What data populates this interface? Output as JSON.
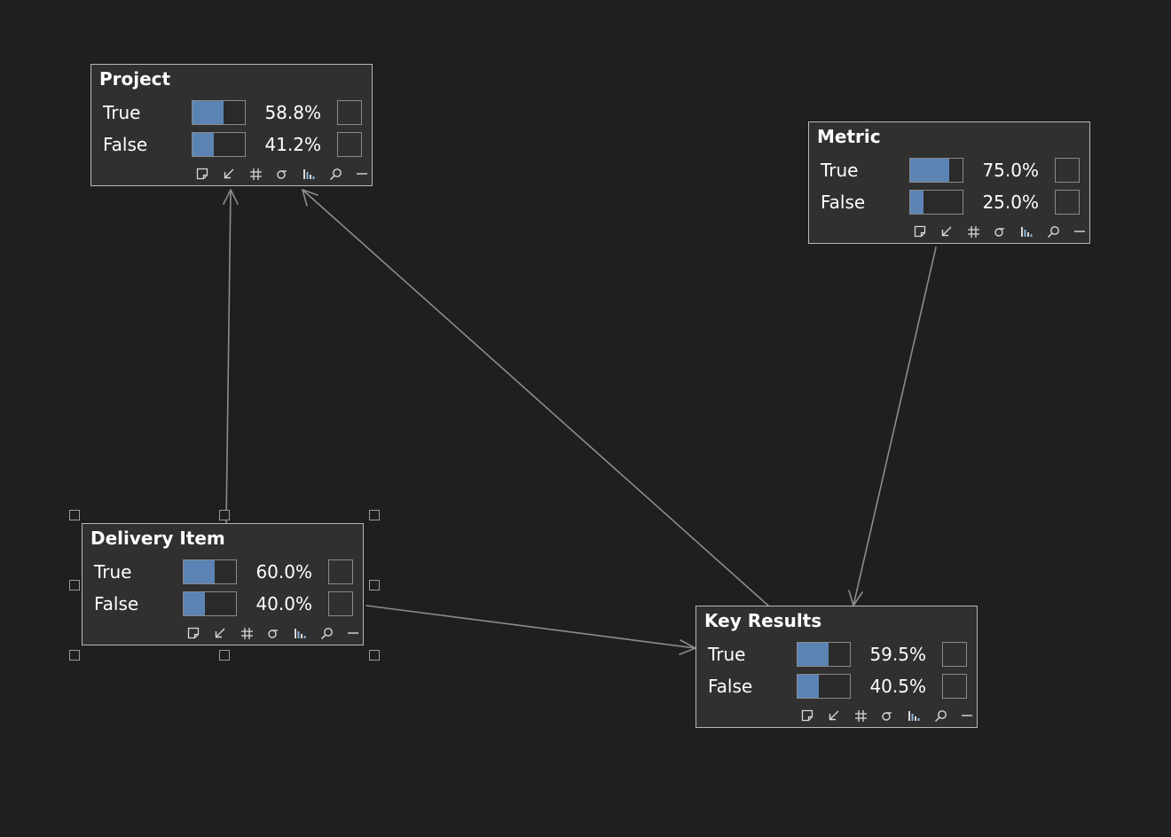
{
  "colors": {
    "background": "#1f1f1f",
    "node_fill": "#303030",
    "node_border": "#b8b8b8",
    "bar_fill": "#5b84b5",
    "edge": "#8c8c8c"
  },
  "nodes": [
    {
      "id": "project",
      "title": "Project",
      "states": [
        {
          "label": "True",
          "value": 58.8,
          "pct": "58.8%"
        },
        {
          "label": "False",
          "value": 41.2,
          "pct": "41.2%"
        }
      ]
    },
    {
      "id": "metric",
      "title": "Metric",
      "states": [
        {
          "label": "True",
          "value": 75.0,
          "pct": "75.0%"
        },
        {
          "label": "False",
          "value": 25.0,
          "pct": "25.0%"
        }
      ]
    },
    {
      "id": "delivery-item",
      "title": "Delivery Item",
      "selected": true,
      "states": [
        {
          "label": "True",
          "value": 60.0,
          "pct": "60.0%"
        },
        {
          "label": "False",
          "value": 40.0,
          "pct": "40.0%"
        }
      ]
    },
    {
      "id": "key-results",
      "title": "Key Results",
      "states": [
        {
          "label": "True",
          "value": 59.5,
          "pct": "59.5%"
        },
        {
          "label": "False",
          "value": 40.5,
          "pct": "40.5%"
        }
      ]
    }
  ],
  "edges": [
    {
      "from": "delivery-item",
      "to": "project"
    },
    {
      "from": "key-results",
      "to": "project"
    },
    {
      "from": "metric",
      "to": "key-results"
    },
    {
      "from": "delivery-item",
      "to": "key-results"
    }
  ],
  "toolbar_icons": [
    "note-icon",
    "arrow-icon",
    "grid-icon",
    "sigma-icon",
    "histogram-icon",
    "magnifier-icon",
    "minimize-icon"
  ]
}
